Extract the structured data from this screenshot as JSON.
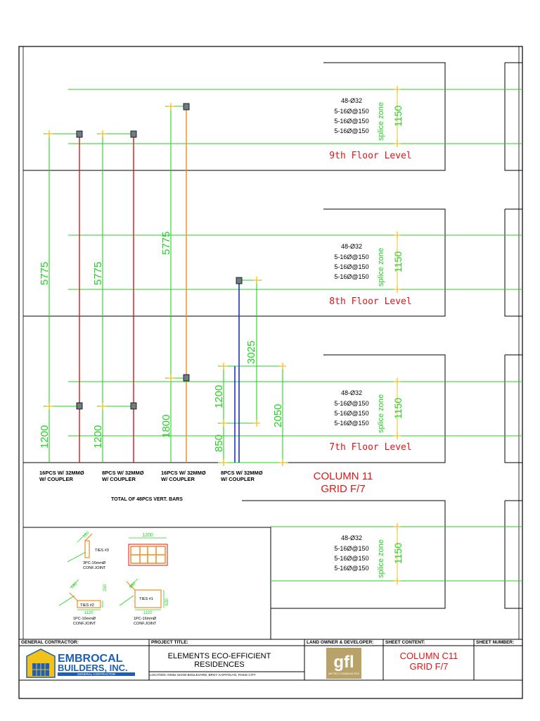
{
  "floors": [
    {
      "level_label": "9th Floor Level",
      "bars": "48-Ø32",
      "ties": [
        "5-16Ø@150",
        "5-16Ø@150",
        "5-16Ø@150"
      ],
      "splice_label": "splice zone",
      "splice_dim": "1150"
    },
    {
      "level_label": "8th Floor Level",
      "bars": "48-Ø32",
      "ties": [
        "5-16Ø@150",
        "5-16Ø@150",
        "5-16Ø@150"
      ],
      "splice_label": "splice zone",
      "splice_dim": "1150"
    },
    {
      "level_label": "7th Floor Level",
      "bars": "48-Ø32",
      "ties": [
        "5-16Ø@150",
        "5-16Ø@150",
        "5-16Ø@150"
      ],
      "splice_label": "splice zone",
      "splice_dim": "1150"
    },
    {
      "level_label": "",
      "bars": "48-Ø32",
      "ties": [
        "5-16Ø@150",
        "5-16Ø@150",
        "5-16Ø@150"
      ],
      "splice_label": "splice zone",
      "splice_dim": "1150"
    }
  ],
  "bar_groups": [
    {
      "line1": "16PCS  W/ 32MMØ",
      "line2": "W/ COUPLER",
      "length": "5775",
      "lap": "1200"
    },
    {
      "line1": "8PCS  W/ 32MMØ",
      "line2": "W/ COUPLER",
      "length": "5775",
      "lap": "1200"
    },
    {
      "line1": "16PCS  W/ 32MMØ",
      "line2": "W/ COUPLER",
      "length": "5775",
      "lap": "1800"
    },
    {
      "line1": "8PCS  W/ 32MMØ",
      "line2": "W/ COUPLER",
      "length": "3025",
      "lap": "1200",
      "extra1": "850",
      "extra2": "2050"
    }
  ],
  "column_title": {
    "line1": "COLUMN 11",
    "line2": "GRID F/7"
  },
  "total_note": "TOTAL OF 48PCS VERT. BARS",
  "ties_detail": {
    "tie3": {
      "dim": "180",
      "label": "TIES #3",
      "note1": "3PC-16mmØ",
      "note2": "CONF.JOINT"
    },
    "tie2": {
      "dim1": "180",
      "dim2": "250",
      "label": "TIES #2",
      "width": "1120",
      "note1": "1PC-16mmØ",
      "note2": "CONF.JOINT"
    },
    "tie1": {
      "dim1": "180",
      "dim2": "630",
      "label": "TIES #1",
      "width": "1120",
      "note1": "1PC-16mmØ",
      "note2": "CONF.JOINT"
    },
    "section_width": "1200"
  },
  "title_block": {
    "general_contractor_label": "GENERAL CONTRACTOR:",
    "contractor_name1": "EMBROCAL",
    "contractor_name2": "BUILDERS, INC.",
    "contractor_tag": "GENERAL CONTRACTOR",
    "project_title_label": "PROJECT TITLE:",
    "project_title1": "ELEMENTS ECO-EFFICIENT",
    "project_title2": "RESIDENCES",
    "location": "LOCATION: #2002 SHAW BOULEVARD, BRGY. KAPITOLYO, PASIG CITY",
    "owner_label": "LAND OWNER & DEVELOPER:",
    "owner_logo": "gfl",
    "owner_logo_sub": "METRO COMMUNITIES",
    "sheet_content_label": "SHEET CONTENT:",
    "sheet_content1": "COLUMN C11",
    "sheet_content2": "GRID F/7",
    "sheet_number_label": "SHEET NUMBER:"
  },
  "colors": {
    "green": "#21d321",
    "red": "#e11414",
    "orange": "#f08c1e",
    "blue": "#1530e0",
    "yellow": "#f2c21a",
    "border": "#000000"
  }
}
